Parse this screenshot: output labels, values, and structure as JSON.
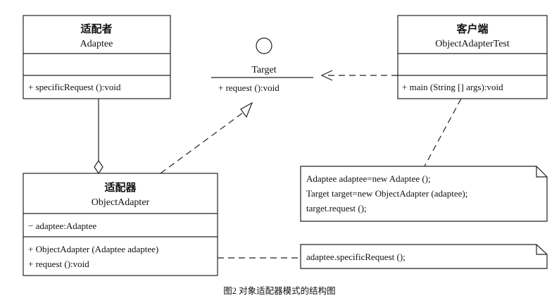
{
  "adaptee": {
    "stereotype": "适配者",
    "name": "Adaptee",
    "method": "+ specificRequest ():void"
  },
  "target": {
    "name": "Target",
    "method": "+ request ():void"
  },
  "client": {
    "stereotype": "客户端",
    "name": "ObjectAdapterTest",
    "method": "+ main (String [] args):void"
  },
  "adapter": {
    "stereotype": "适配器",
    "name": "ObjectAdapter",
    "field": "− adaptee:Adaptee",
    "constructor": "+ ObjectAdapter (Adaptee adaptee)",
    "method": "+ request ():void"
  },
  "client_note": [
    "Adaptee adaptee=new Adaptee ();",
    "Target target=new ObjectAdapter (adaptee);",
    "target.request ();"
  ],
  "adapter_note": "adaptee.specificRequest ();",
  "caption": "图2 对象适配器模式的结构图"
}
